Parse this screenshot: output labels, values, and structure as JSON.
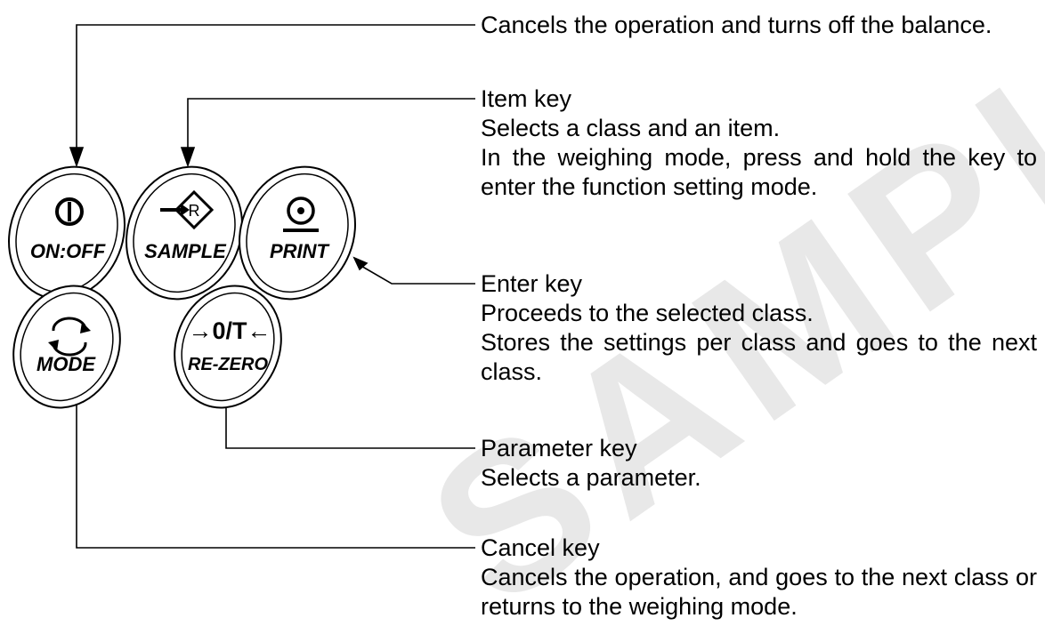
{
  "keys": {
    "on_off": "ON:OFF",
    "sample": "SAMPLE",
    "sample_icon_letter": "R",
    "print": "PRINT",
    "mode": "MODE",
    "re_zero": "RE-ZERO",
    "re_zero_symbol": "→0/T←"
  },
  "descriptions": {
    "on_off": {
      "lines": [
        "Cancels the operation and turns off the balance."
      ]
    },
    "sample": {
      "title": "Item key",
      "lines": [
        "Selects a class and an item.",
        "In the weighing mode, press and hold the key to enter the function setting mode."
      ]
    },
    "print": {
      "title": "Enter key",
      "lines": [
        "Proceeds to the selected class.",
        "Stores the settings per class and goes to the next class."
      ]
    },
    "re_zero": {
      "title": "Parameter key",
      "lines": [
        "Selects a parameter."
      ]
    },
    "mode": {
      "title": "Cancel key",
      "lines": [
        "Cancels the operation, and goes to the next class or returns to the weighing mode."
      ]
    }
  },
  "watermark": "SAMPLE",
  "colors": {
    "ink": "#000000",
    "watermark": "#e6e6e6"
  }
}
